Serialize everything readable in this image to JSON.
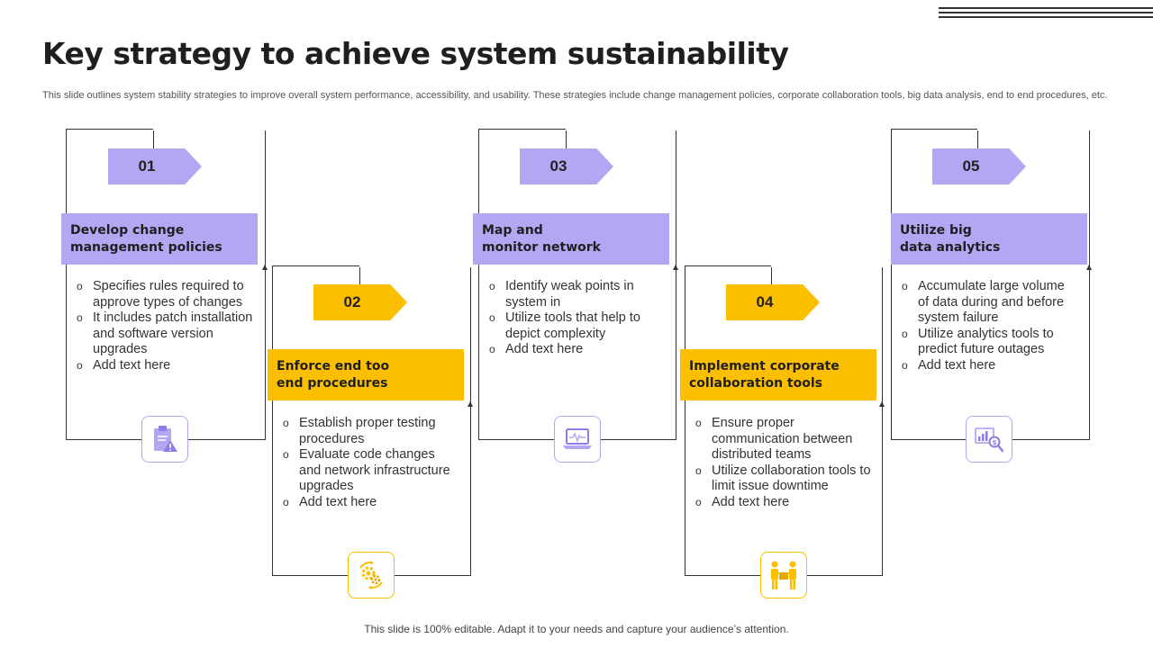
{
  "title": "Key strategy to achieve system sustainability",
  "subtitle": "This slide outlines system stability strategies to improve overall system performance, accessibility, and usability. These strategies include change management policies, corporate collaboration tools, big data analysis, end to end procedures, etc.",
  "footer": "This slide is 100% editable. Adapt it to your needs and capture your audience’s attention.",
  "colors": {
    "purple": "#b3a7f4",
    "yellow": "#fcbf00"
  },
  "steps": [
    {
      "number": "01",
      "heading_line1": "Develop change",
      "heading_line2": "management policies",
      "bullets": [
        "Specifies rules required to approve types of changes",
        "It includes patch installation and software version upgrades",
        "Add text here"
      ],
      "icon": "clipboard-warning-icon"
    },
    {
      "number": "02",
      "heading_line1": "Enforce end too",
      "heading_line2": "end procedures",
      "bullets": [
        "Establish proper testing procedures",
        "Evaluate code changes and network infrastructure upgrades",
        "Add text here"
      ],
      "icon": "gears-cycle-icon"
    },
    {
      "number": "03",
      "heading_line1": "Map and",
      "heading_line2": "monitor network",
      "bullets": [
        "Identify weak points in system in",
        "Utilize tools that help to depict complexity",
        "Add text here"
      ],
      "icon": "laptop-monitor-icon"
    },
    {
      "number": "04",
      "heading_line1": "Implement corporate",
      "heading_line2": "collaboration tools",
      "bullets": [
        "Ensure proper communication between distributed teams",
        "Utilize collaboration tools to limit issue downtime",
        "Add text here"
      ],
      "icon": "team-collaboration-icon"
    },
    {
      "number": "05",
      "heading_line1": "Utilize big",
      "heading_line2": "data analytics",
      "bullets": [
        "Accumulate large volume of data during and before system failure",
        "Utilize analytics tools to predict future outages",
        "Add text here"
      ],
      "icon": "data-analytics-search-icon"
    }
  ]
}
